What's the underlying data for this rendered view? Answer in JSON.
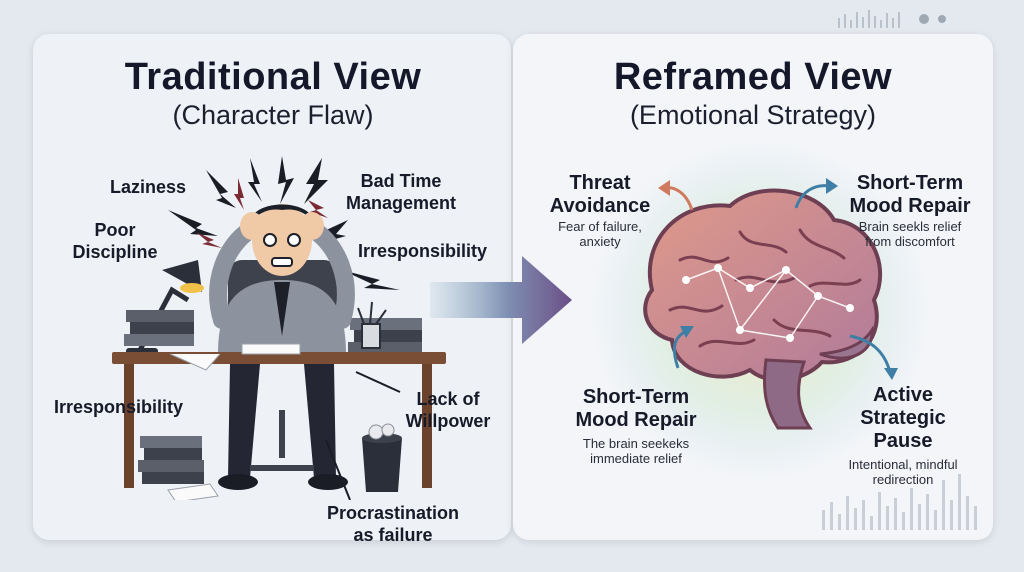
{
  "left": {
    "title": "Traditional View",
    "subtitle": "(Character Flaw)",
    "labels": {
      "laziness": "Laziness",
      "bad_time_management": [
        "Bad Time",
        "Management"
      ],
      "poor_discipline": [
        "Poor",
        "Discipline"
      ],
      "irresponsibility_top": "Irresponsibility",
      "irresponsibility_left": "Irresponsibility",
      "lack_of_willpower": [
        "Lack of",
        "Willpower"
      ],
      "procrastination": [
        "Procrastination",
        "as failure"
      ]
    }
  },
  "right": {
    "title": "Reframed View",
    "subtitle": "(Emotional Strategy)",
    "threat_avoidance": {
      "title": [
        "Threat",
        "Avoidance"
      ],
      "desc": [
        "Fear of failure,",
        "anxiety"
      ]
    },
    "short_term_top": {
      "title": [
        "Short-Term",
        "Mood Repair"
      ],
      "desc": [
        "Brain seekls relief",
        "from discomfort"
      ]
    },
    "short_term_bottom": {
      "title": [
        "Short-Term",
        "Mood Repair"
      ],
      "desc": [
        "The brain seekeks",
        "immediate relief"
      ]
    },
    "active_pause": {
      "title": [
        "Active",
        "Strategic",
        "Pause"
      ],
      "desc": [
        "Intentional, mindful",
        "redirection"
      ]
    }
  },
  "colors": {
    "background": "#e4e9ef",
    "title_text": "#15182a",
    "arrow_start": "#8fb3c9",
    "arrow_end": "#6b4f86",
    "brain_pink": "#d98a86",
    "connector_blue": "#3f7fa6"
  }
}
